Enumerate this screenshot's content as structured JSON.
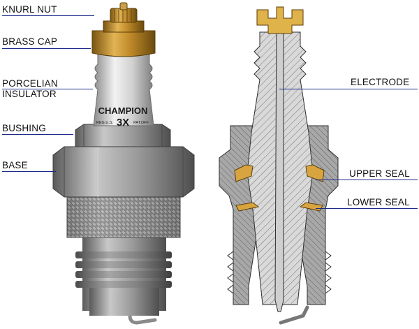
{
  "labels": {
    "knurl_nut": "KNURL NUT",
    "brass_cap": "BRASS CAP",
    "porcelain_line1": "PORCELIAN",
    "porcelain_line2": "INSULATOR",
    "bushing": "BUSHING",
    "base": "BASE",
    "electrode": "ELECTRODE",
    "upper_seal": "UPPER SEAL",
    "lower_seal": "LOWER SEAL"
  },
  "insulator_print": {
    "brand": "CHAMPION",
    "model": "3X",
    "small_left": "REG.U.S.",
    "small_right": "PAT.OFF"
  },
  "colors": {
    "leader_line": "#1c2a8a",
    "brass": "#b8862a",
    "steel": "#9a9a9a",
    "porcelain": "#d4d4d4",
    "seal": "#c8962e"
  }
}
